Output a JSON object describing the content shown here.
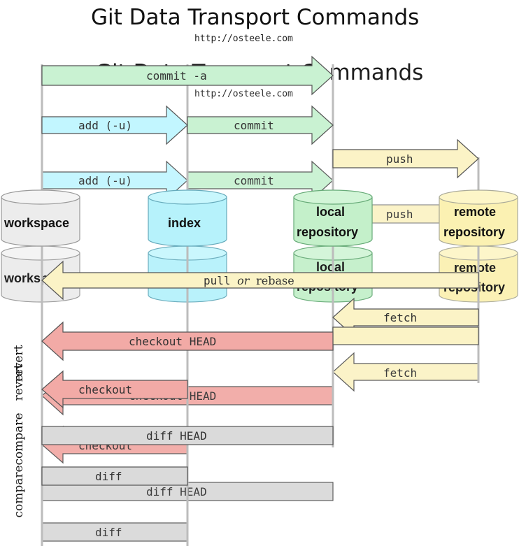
{
  "title": "Git Data Transport Commands",
  "url": "http://osteele.com",
  "stores": {
    "workspace": "workspace",
    "index": "index",
    "local_line1": "local",
    "local_line2": "repository",
    "remote_line1": "remote",
    "remote_line2": "repository"
  },
  "commands": {
    "commit_a": "commit -a",
    "add_u": "add (-u)",
    "commit": "commit",
    "push": "push",
    "pull_part1": "pull",
    "pull_or": "or",
    "pull_part2": "rebase",
    "fetch": "fetch",
    "checkout_head": "checkout HEAD",
    "checkout": "checkout",
    "diff_head": "diff HEAD",
    "diff": "diff"
  },
  "side_labels": {
    "revert": "revert",
    "compare": "compare"
  },
  "colors": {
    "green": "#c9f2d2",
    "cyan": "#c2f6ff",
    "yellow": "#fbf3c6",
    "red": "#f2aaa6",
    "gray": "#dadada",
    "workspace": "#ececec",
    "index": "#b6f2fb",
    "local": "#c4f0ca",
    "remote": "#fbf1b2"
  }
}
